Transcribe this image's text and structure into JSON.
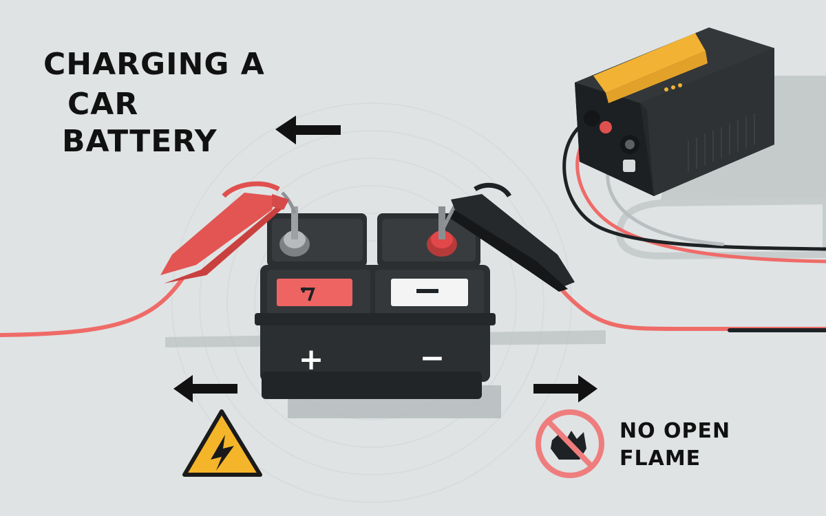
{
  "title": {
    "lines": [
      "CHARGING A",
      "CAR",
      "BATTERY"
    ]
  },
  "battery": {
    "positive_symbol": "+",
    "negative_symbol": "−"
  },
  "warning": {
    "lines": [
      "NO OPEN",
      "FLAME"
    ]
  },
  "colors": {
    "background": "#dfe3e4",
    "battery_body": "#2c2f31",
    "cable_red": "#ef6b68",
    "clamp_red": "#e0504f",
    "clamp_black": "#1f2224",
    "charger_body": "#2f3234",
    "charger_panel": "#f2b233",
    "hazard_yellow": "#f5b52a",
    "prohibit_red": "#ef7d7d",
    "text": "#111111"
  },
  "icons": [
    "arrow-left-icon",
    "arrow-right-icon",
    "high-voltage-warning-icon",
    "no-open-flame-icon"
  ]
}
